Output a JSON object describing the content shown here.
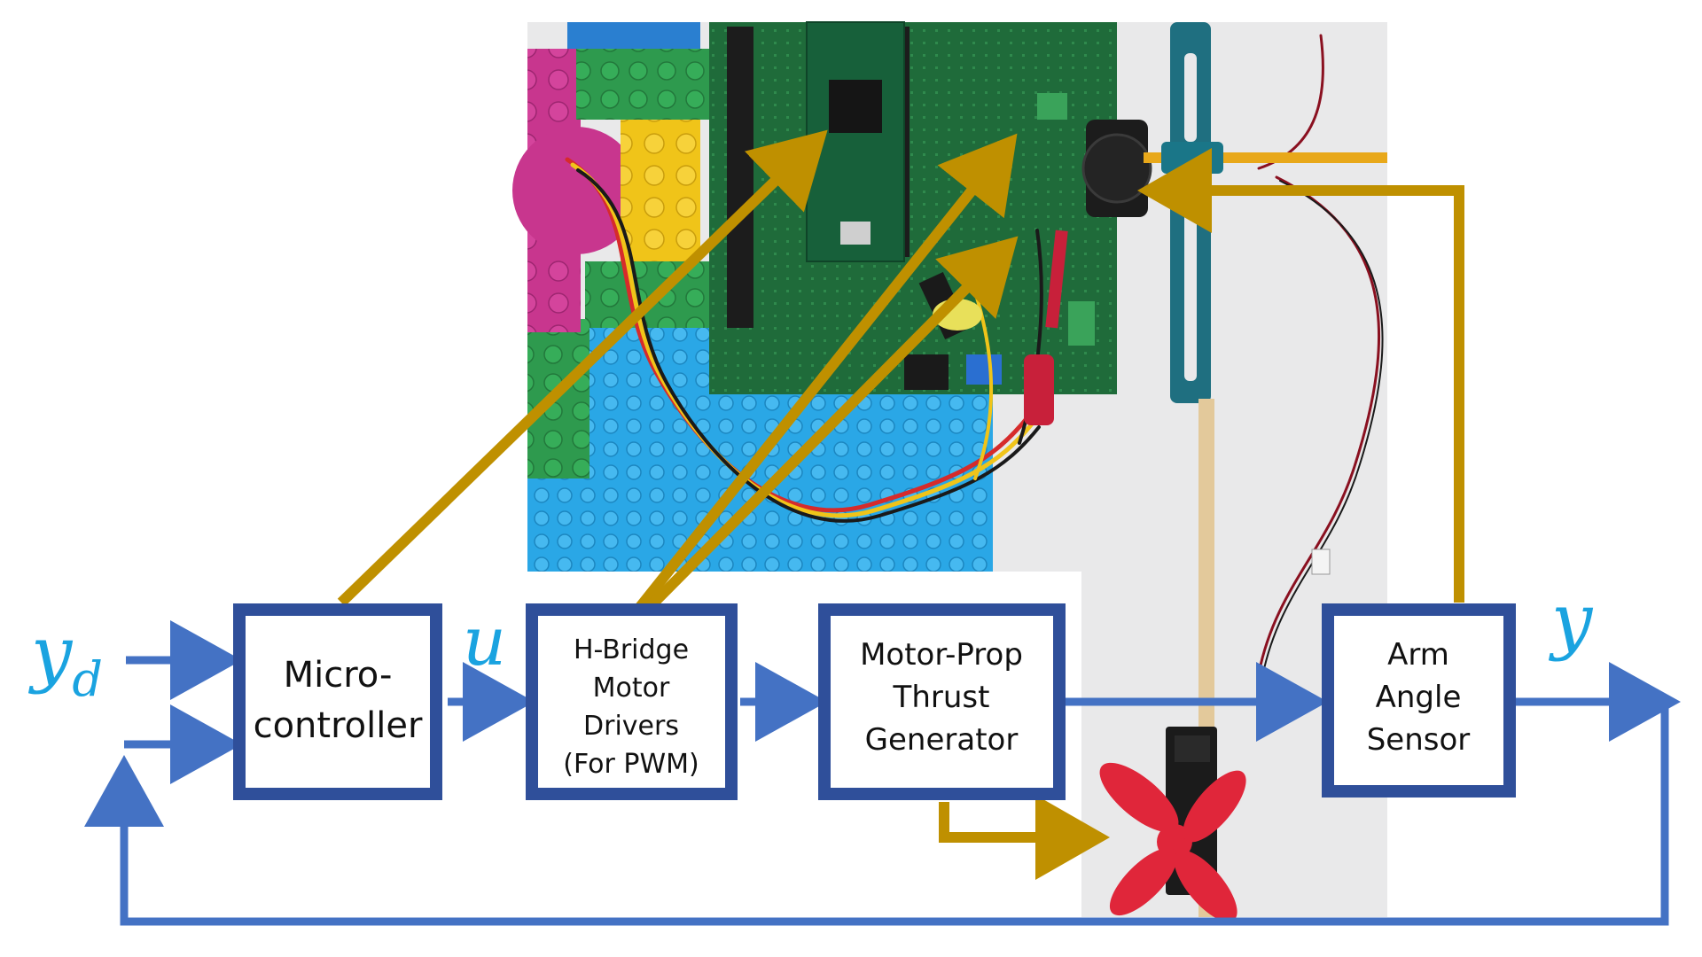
{
  "blocks": {
    "microcontroller": {
      "lines": [
        "Micro-",
        "controller"
      ]
    },
    "hbridge": {
      "lines": [
        "H-Bridge",
        "Motor",
        "Drivers",
        "(For PWM)"
      ]
    },
    "motor_prop": {
      "lines": [
        "Motor-Prop",
        "Thrust",
        "Generator"
      ]
    },
    "arm_angle": {
      "lines": [
        "Arm",
        "Angle",
        "Sensor"
      ]
    }
  },
  "signals": {
    "input_y": "y",
    "input_sub": "d",
    "control": "u",
    "output": "y"
  },
  "photo_components": [
    "teensy-board",
    "circuit-board",
    "lego-baseplate",
    "twisted-wires",
    "test-clips",
    "angle-sensor",
    "wooden-arm",
    "red-propeller",
    "motor-mount",
    "yellow-rod"
  ],
  "colors": {
    "signal_arrow": "#4472c4",
    "annotation_arrow": "#bf9000",
    "block_border": "#2f4f9a",
    "math_text": "#1aa3e0",
    "pcb_green": "#1f6b3a",
    "lego_blue": "#2aa7e6",
    "propeller_red": "#e0263a"
  }
}
